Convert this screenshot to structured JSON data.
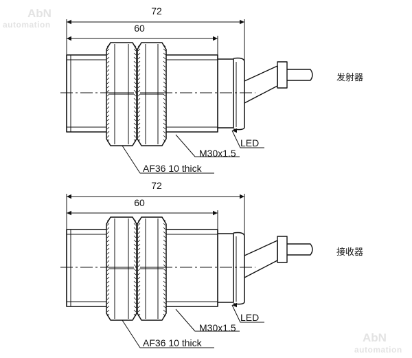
{
  "watermark": {
    "brand": "AbN",
    "subtitle": "automation",
    "color": "#e3e3e3"
  },
  "line_color": "#111111",
  "sensors": [
    {
      "id": "transmitter",
      "label": "发射器",
      "overall_length": "72",
      "body_length": "60",
      "thread": "M30x1.5",
      "nut": "AF36  10 thick",
      "indicator": "LED"
    },
    {
      "id": "receiver",
      "label": "接收器",
      "overall_length": "72",
      "body_length": "60",
      "thread": "M30x1.5",
      "nut": "AF36  10 thick",
      "indicator": "LED"
    }
  ]
}
